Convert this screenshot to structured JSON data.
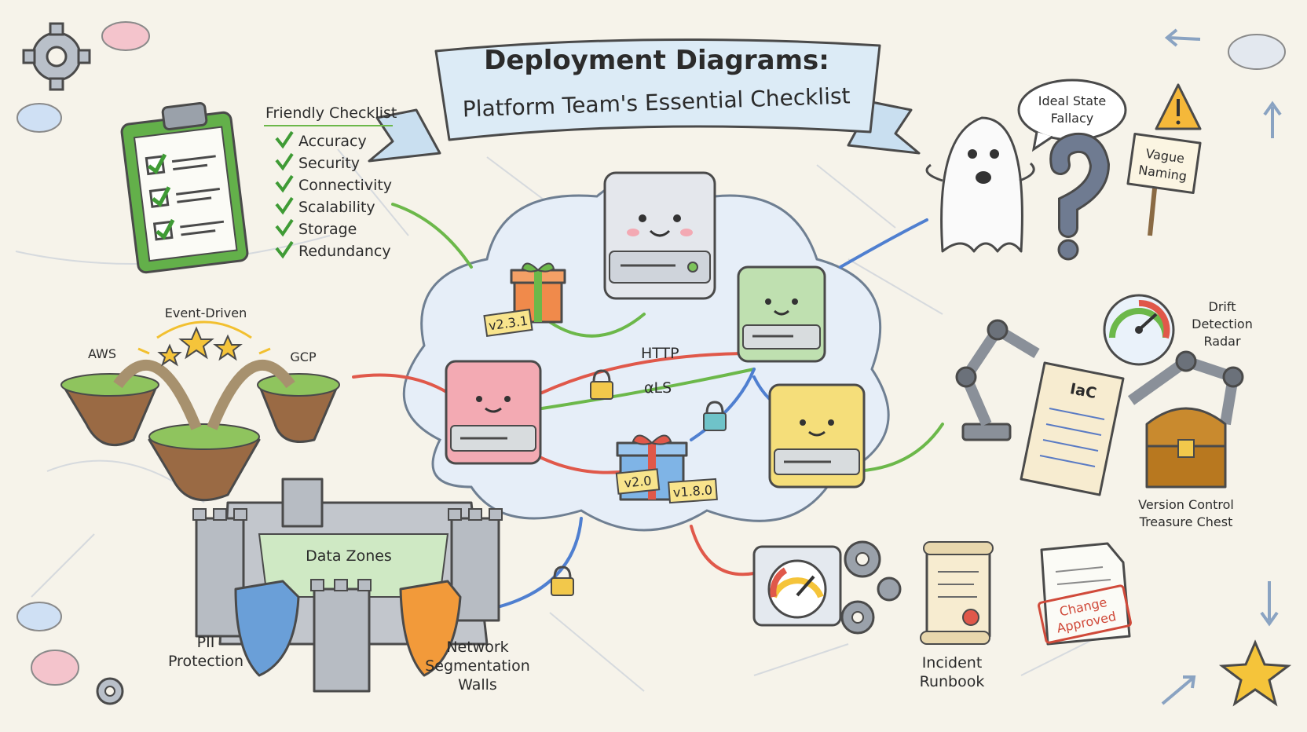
{
  "title": {
    "line1": "Deployment Diagrams:",
    "line2": "Platform Team's Essential Checklist"
  },
  "checklist": {
    "heading": "Friendly Checklist",
    "items": [
      "Accuracy",
      "Security",
      "Connectivity",
      "Scalability",
      "Storage",
      "Redundancy"
    ]
  },
  "multicloud": {
    "event": "Event-Driven",
    "left": "AWS",
    "right": "GCP"
  },
  "fortress": {
    "zones": "Data Zones",
    "pii_line1": "PII",
    "pii_line2": "Protection",
    "walls_line1": "Network",
    "walls_line2": "Segmentation",
    "walls_line3": "Walls"
  },
  "cloud": {
    "http": "HTTP",
    "tls": "αLS",
    "version_a": "v2.3.1",
    "version_b": "v1.8.0",
    "version_c": "v2.0"
  },
  "pitfalls": {
    "bubble_line1": "Ideal State",
    "bubble_line2": "Fallacy",
    "sign_line1": "Vague",
    "sign_line2": "Naming"
  },
  "iac": {
    "scroll": "IaC",
    "drift_line1": "Drift",
    "drift_line2": "Detection",
    "drift_line3": "Radar",
    "chest_line1": "Version Control",
    "chest_line2": "Treasure Chest"
  },
  "ops": {
    "runbook_line1": "Incident",
    "runbook_line2": "Runbook",
    "stamp_line1": "Change",
    "stamp_line2": "Approved"
  },
  "colors": {
    "green": "#6cb84a",
    "red": "#e0584a",
    "blue": "#4f7fd0",
    "yellow": "#f2d25c",
    "pink": "#f3a9b3",
    "cloud": "#e6eef8"
  },
  "icons": [
    "gear-icon",
    "cloud-icon",
    "clipboard-icon",
    "check-icon",
    "server-icon",
    "gift-icon",
    "lock-icon",
    "ghost-icon",
    "question-mark-icon",
    "warning-icon",
    "robot-arm-icon",
    "gauge-icon",
    "scroll-icon",
    "treasure-chest-icon",
    "castle-icon",
    "shield-icon",
    "document-icon",
    "star-icon",
    "arrow-icon"
  ]
}
